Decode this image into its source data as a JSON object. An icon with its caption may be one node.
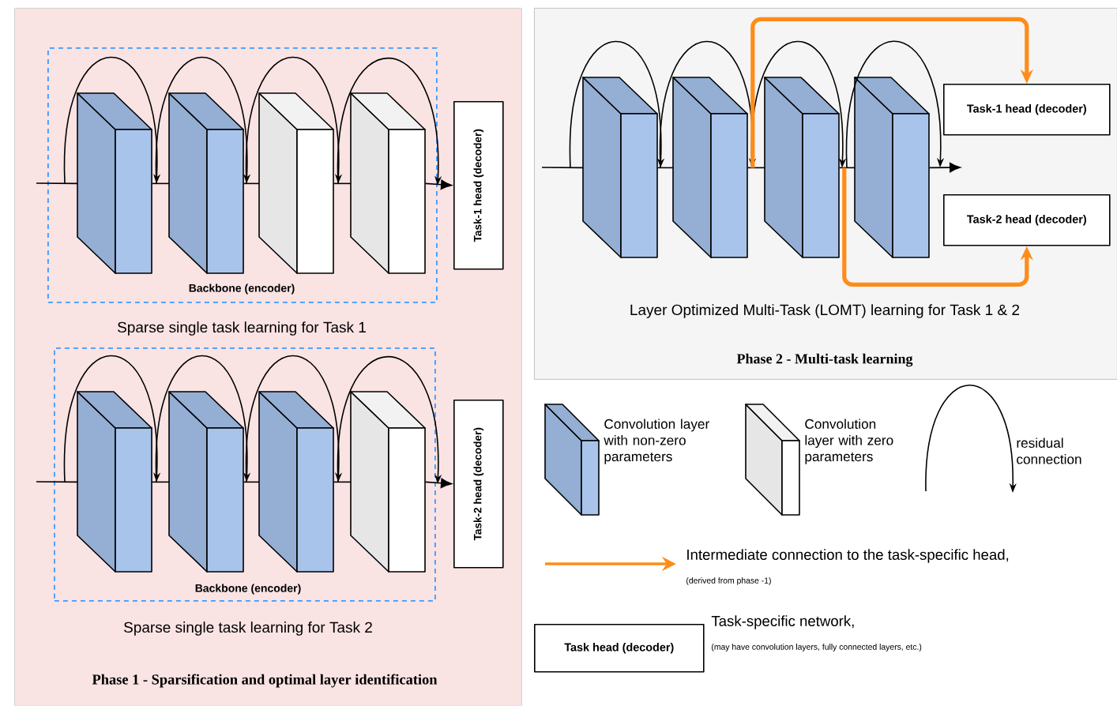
{
  "diagram": {
    "nodes": [
      {
        "text": [
          "Phase 1 - Sparsification and optimal layer identification"
        ]
      },
      {
        "text": [
          "Backbone (encoder)"
        ],
        "in": 0,
        "beside": [
          "Sparse single task learning for Task 1"
        ]
      },
      {
        "text": [],
        "shape": "box",
        "in": 1
      },
      {
        "text": [],
        "shape": "box",
        "in": 1
      },
      {
        "text": [],
        "shape": "box",
        "in": 1
      },
      {
        "text": [],
        "shape": "box",
        "in": 1
      },
      {
        "text": [
          "Task-1 head (decoder)"
        ],
        "in": 0
      },
      {
        "text": [
          "Backbone (encoder)"
        ],
        "in": 0,
        "beside": [
          "Sparse single task learning for Task 2"
        ]
      },
      {
        "text": [],
        "shape": "box",
        "in": 7
      },
      {
        "text": [],
        "shape": "box",
        "in": 7
      },
      {
        "text": [],
        "shape": "box",
        "in": 7
      },
      {
        "text": [],
        "shape": "box",
        "in": 7
      },
      {
        "text": [
          "Task-2 head (decoder)"
        ],
        "in": 0
      },
      {
        "text": [
          "Layer Optimized Multi-Task (LOMT) learning for Task 1 & 2",
          "Phase 2 - Multi-task learning"
        ]
      },
      {
        "text": [],
        "shape": "box",
        "in": 13
      },
      {
        "text": [],
        "shape": "box",
        "in": 13
      },
      {
        "text": [],
        "shape": "box",
        "in": 13
      },
      {
        "text": [],
        "shape": "box",
        "in": 13
      },
      {
        "text": [
          "Task-1 head (decoder)"
        ],
        "in": 13
      },
      {
        "text": [
          "Task-2 head (decoder)"
        ],
        "in": 13
      },
      {
        "text": [
          "Task head (decoder)"
        ]
      }
    ],
    "edges": [
      {
        "from": null,
        "to": 2,
        "arrow": "none"
      },
      {
        "from": 2,
        "to": 3,
        "arrow": "none"
      },
      {
        "from": 3,
        "to": 4,
        "arrow": "none"
      },
      {
        "from": 4,
        "to": 5,
        "arrow": "none"
      },
      {
        "from": 5,
        "to": 6,
        "arrow": "to"
      },
      {
        "from": 2,
        "to": 3,
        "arrow": "to"
      },
      {
        "from": 3,
        "to": 4,
        "arrow": "to"
      },
      {
        "from": 4,
        "to": 5,
        "arrow": "to"
      },
      {
        "from": 5,
        "to": 6,
        "arrow": "to"
      },
      {
        "from": null,
        "to": 8,
        "arrow": "none"
      },
      {
        "from": 8,
        "to": 9,
        "arrow": "none"
      },
      {
        "from": 9,
        "to": 10,
        "arrow": "none"
      },
      {
        "from": 10,
        "to": 11,
        "arrow": "none"
      },
      {
        "from": 11,
        "to": 12,
        "arrow": "to"
      },
      {
        "from": 8,
        "to": 9,
        "arrow": "to"
      },
      {
        "from": 9,
        "to": 10,
        "arrow": "to"
      },
      {
        "from": 10,
        "to": 11,
        "arrow": "to"
      },
      {
        "from": 11,
        "to": 12,
        "arrow": "to"
      },
      {
        "from": null,
        "to": 14,
        "arrow": "none"
      },
      {
        "from": 14,
        "to": 15,
        "arrow": "none"
      },
      {
        "from": 15,
        "to": 16,
        "arrow": "none"
      },
      {
        "from": 16,
        "to": 17,
        "arrow": "none"
      },
      {
        "from": 17,
        "to": null,
        "arrow": "to"
      },
      {
        "from": 14,
        "to": 15,
        "arrow": "to"
      },
      {
        "from": 15,
        "to": 16,
        "arrow": "to"
      },
      {
        "from": 16,
        "to": 17,
        "arrow": "to"
      },
      {
        "from": 17,
        "to": null,
        "arrow": "to"
      },
      {
        "from": 15,
        "to": 18,
        "arrow": "to",
        "style": "thick",
        "color": "#ff8c1a"
      },
      {
        "from": 16,
        "to": 19,
        "arrow": "to",
        "style": "thick",
        "color": "#ff8c1a"
      }
    ],
    "labels": [
      "(derived from phase -1)",
      "(may have convolution layers, fully connected layers, etc.)"
    ],
    "legend": [
      {
        "text": "Convolution layer with non-zero parameters"
      },
      {
        "text": "Convolution layer with zero parameters"
      },
      {
        "text": "residual connection"
      },
      {
        "text": "Intermediate connection to the task-specific head,"
      },
      {
        "text": "Task-specific network,"
      }
    ]
  }
}
